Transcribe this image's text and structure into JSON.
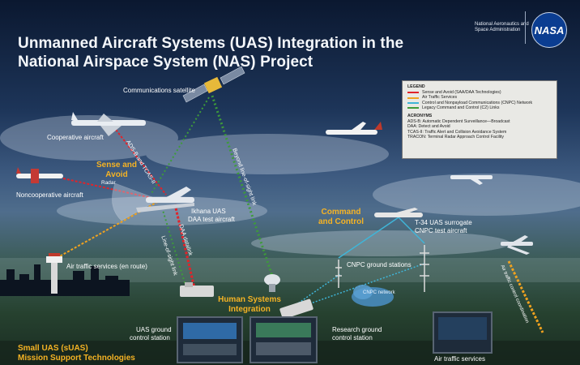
{
  "title_line1": "Unmanned Aircraft Systems (UAS) Integration in the",
  "title_line2": "National Airspace System (NAS) Project",
  "agency_name": "National Aeronautics and Space Administration",
  "logo_text": "NASA",
  "labels": {
    "satellite": "Communications satellite",
    "cooperative": "Cooperative aircraft",
    "noncooperative": "Noncooperative aircraft",
    "radar": "Radar",
    "sense_avoid": "Sense and Avoid",
    "ikhana": "Ikhana UAS",
    "ikhana_sub": "DAA test aircraft",
    "atc_enroute": "Air traffic services (en route)",
    "command_control": "Command and Control",
    "t34": "T-34 UAS surrogate",
    "t34_sub": "CNPC test aircraft",
    "cnpc_stations": "CNPC ground stations",
    "cnpc_network": "CNPC network",
    "hsi": "Human Systems Integration",
    "uas_ground": "UAS ground",
    "uas_ground_sub": "control station",
    "research_ground": "Research ground",
    "research_ground_sub": "control station",
    "small_uas": "Small UAS (sUAS)",
    "small_uas_sub": "Mission Support Technologies",
    "atc_bottom": "Air traffic services"
  },
  "link_labels": {
    "adsb": "ADS-B and TCAS-II",
    "bls": "Beyond line-of-sight link",
    "daa": "DAA datalink",
    "los": "Line-of-sight link",
    "atc_coord": "Air traffic control coordination"
  },
  "legend": {
    "title": "LEGEND",
    "items": [
      {
        "label": "Sense and Avoid (SAA/DAA Technologies)",
        "color": "#e0242b"
      },
      {
        "label": "Air Traffic Services",
        "color": "#f0a21f"
      },
      {
        "label": "Control and Nonpayload Communications (CNPC) Network",
        "color": "#3fb5d8"
      },
      {
        "label": "Legacy Command and Control (C2) Links",
        "color": "#3e9b3a"
      }
    ],
    "acronyms_title": "ACRONYMS",
    "acronyms": [
      "ADS-B: Automatic Dependent Surveillance—Broadcast",
      "DAA: Detect and Avoid",
      "TCAS-II: Traffic Alert and Collision Avoidance System",
      "TRACON: Terminal Radar Approach Control Facility"
    ]
  },
  "colors": {
    "saa": "#e0242b",
    "ats": "#f0a21f",
    "cnpc": "#3fb5d8",
    "c2": "#3e9b3a",
    "accent_label": "#f5b324"
  }
}
